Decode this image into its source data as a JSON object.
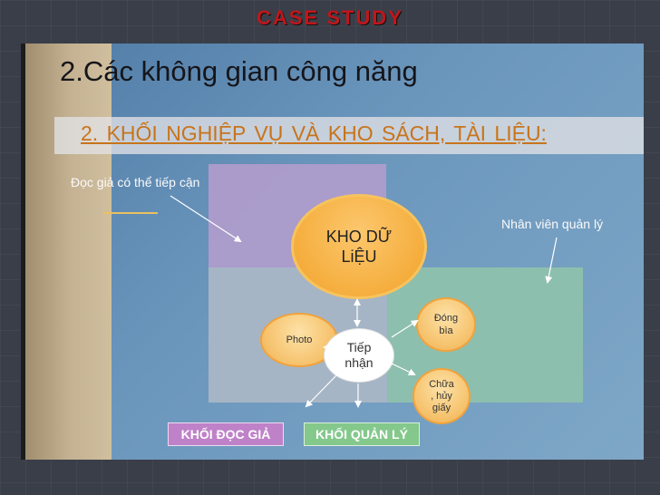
{
  "header": {
    "title": "CASE STUDY"
  },
  "slide": {
    "heading": "2.Các không gian công năng",
    "subheading": "2. KHỐI NGHIỆP  VỤ VÀ KHO SÁCH,  TÀI LIỆU:",
    "labels": {
      "readers": "Đọc giả có thể tiếp cận",
      "staff": "Nhân viên quản lý"
    },
    "nodes": {
      "kho": "KHO DỮ\nLiỆU",
      "photo": "Photo",
      "tiep_nhan": "Tiếp\nnhận",
      "dong_bia": "Đóng\nbìa",
      "chua": "Chữa\n, hủy\ngiấy"
    },
    "tags": {
      "reader_block": "KHỐI ĐỌC GIẢ",
      "staff_block": "KHỐI QUẢN LÝ"
    }
  },
  "colors": {
    "header_red": "#c0161b",
    "slide_blue": "#6c97bd",
    "zone_purple": "#b09ccc",
    "zone_green": "#8dbfae",
    "node_orange": "#f5ae3e",
    "subheading_orange": "#c8741b",
    "tag_purple": "#bf82c9",
    "tag_green": "#84c88c"
  }
}
